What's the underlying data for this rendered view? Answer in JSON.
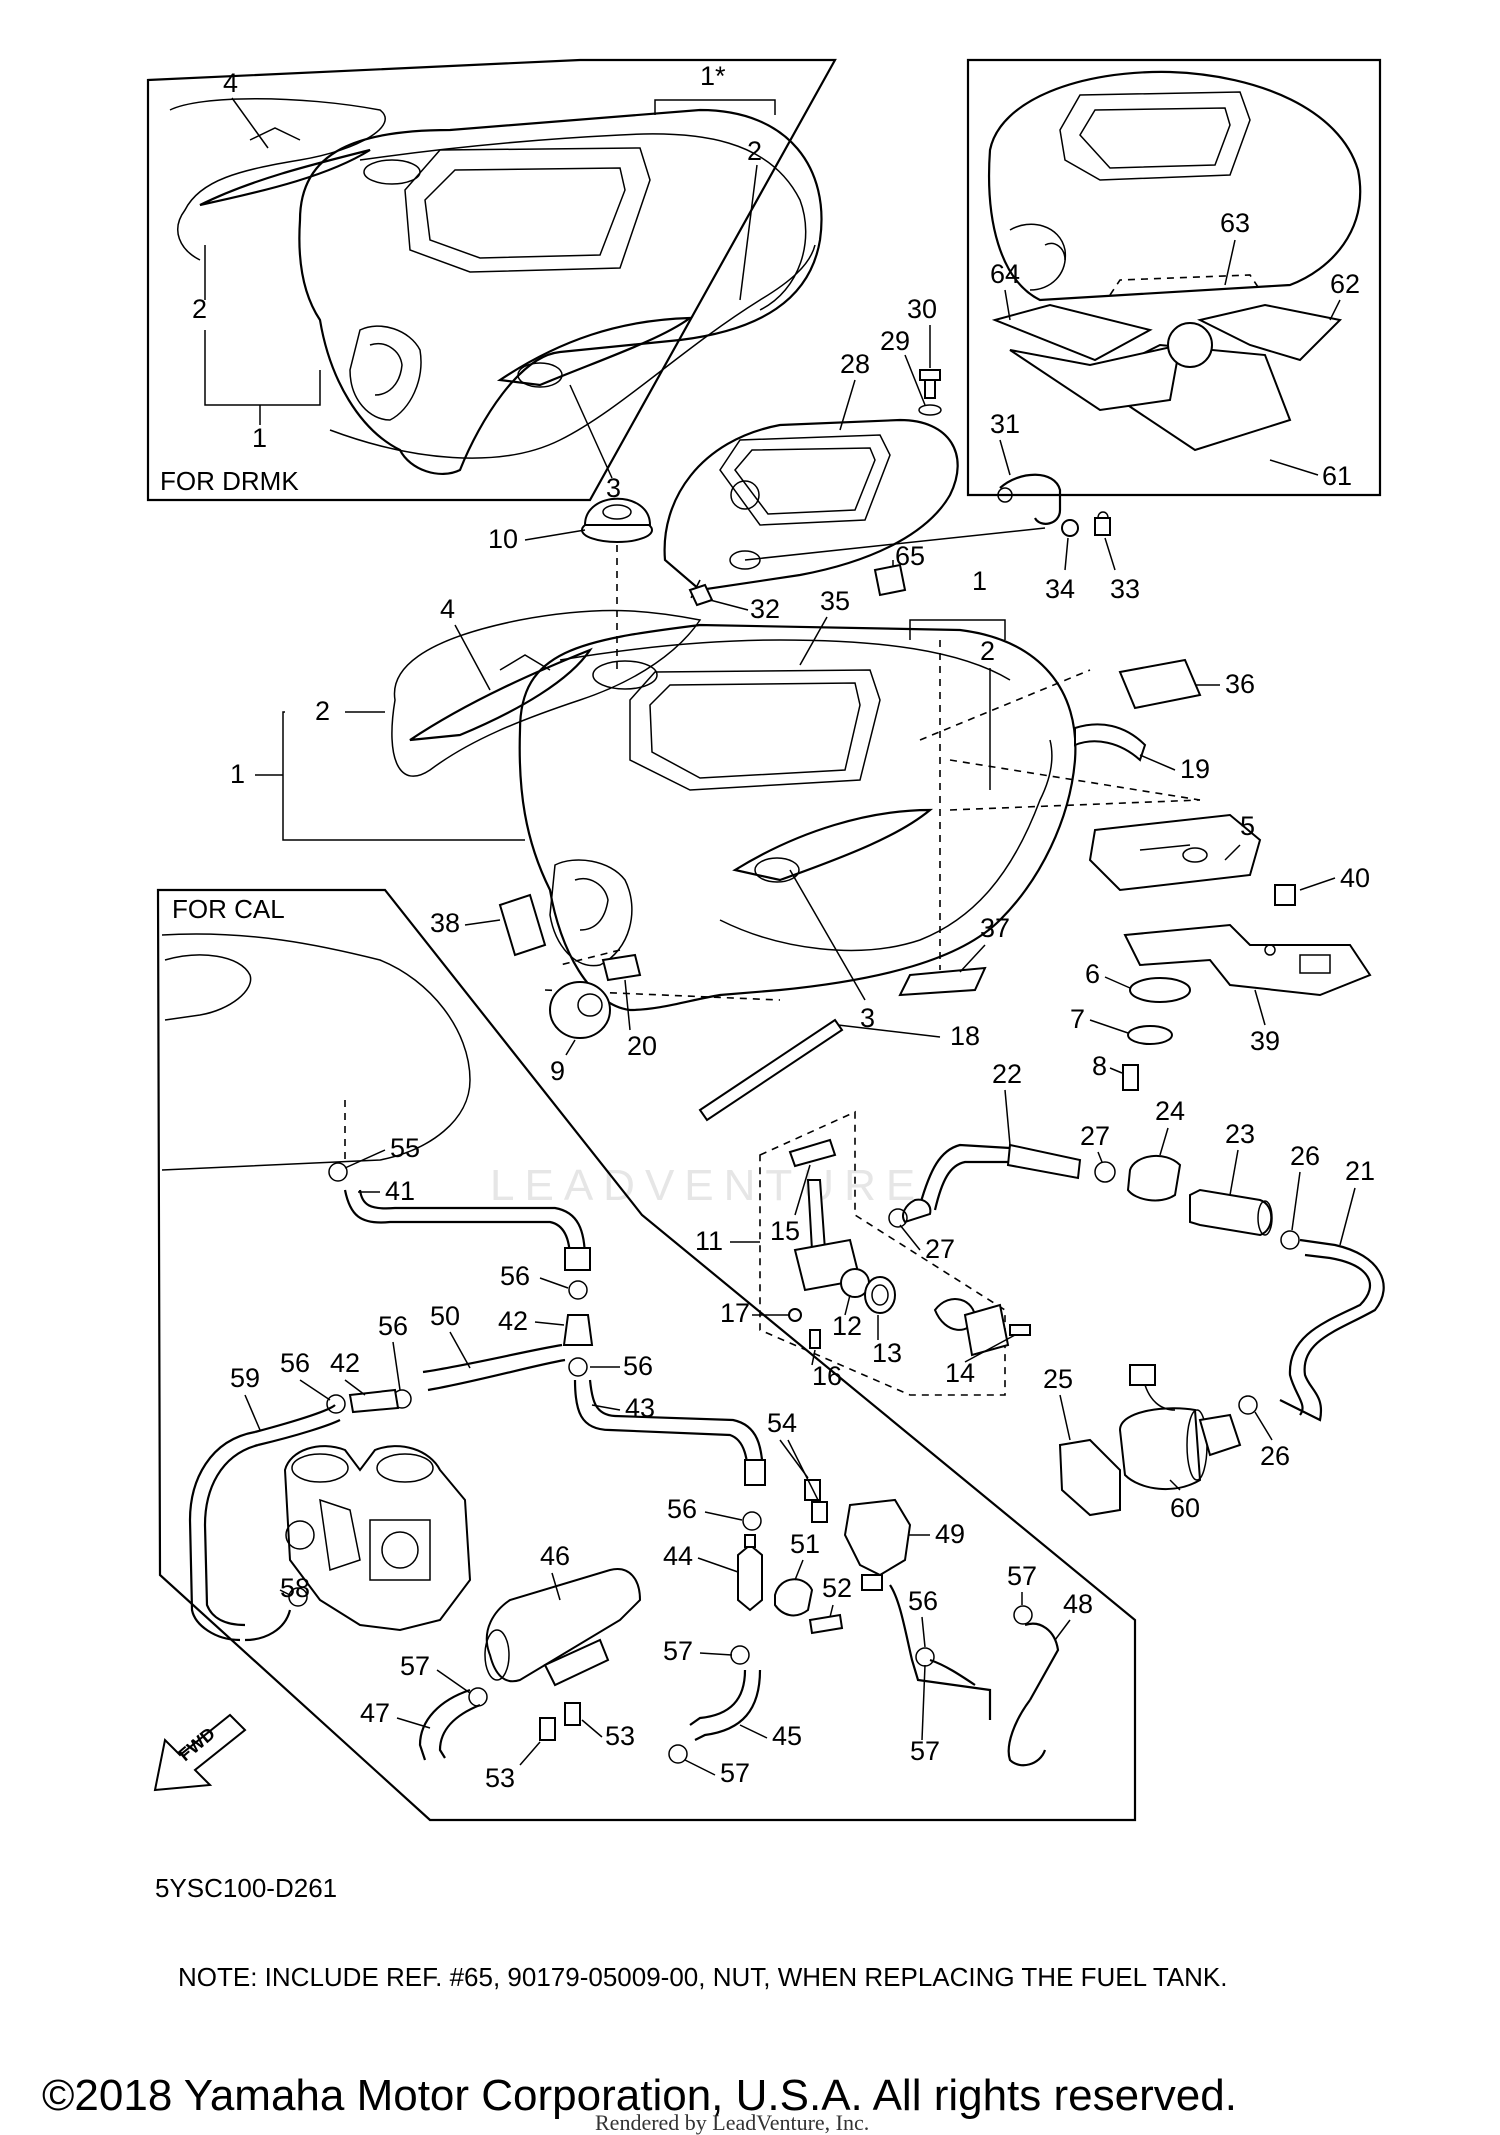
{
  "diagram": {
    "box_labels": {
      "drmk": "FOR DRMK",
      "cal": "FOR CAL"
    },
    "part_code": "5YSC100-D261",
    "note": "NOTE: INCLUDE REF. #65, 90179-05009-00, NUT, WHEN REPLACING THE FUEL TANK.",
    "copyright": "©2018 Yamaha Motor Corporation, U.S.A. All rights reserved.",
    "rendered_by": "Rendered by LeadVenture, Inc.",
    "watermark": "LEADVENTURE",
    "fwd_label": "FWD",
    "callouts": [
      "1*",
      "1",
      "2",
      "3",
      "4",
      "5",
      "6",
      "7",
      "8",
      "9",
      "10",
      "11",
      "12",
      "13",
      "14",
      "15",
      "16",
      "17",
      "18",
      "19",
      "20",
      "21",
      "22",
      "23",
      "24",
      "25",
      "26",
      "27",
      "28",
      "29",
      "30",
      "31",
      "32",
      "33",
      "34",
      "35",
      "36",
      "37",
      "38",
      "39",
      "40",
      "41",
      "42",
      "43",
      "44",
      "45",
      "46",
      "47",
      "48",
      "49",
      "50",
      "51",
      "52",
      "53",
      "54",
      "55",
      "56",
      "57",
      "58",
      "59",
      "60",
      "61",
      "62",
      "63",
      "64",
      "65"
    ]
  }
}
